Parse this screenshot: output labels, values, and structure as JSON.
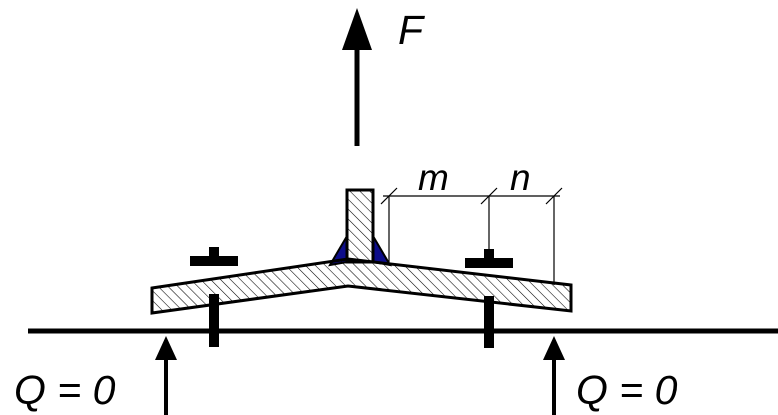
{
  "labels": {
    "force": "F",
    "dim_m": "m",
    "dim_n": "n",
    "reaction_left": "Q = 0",
    "reaction_right": "Q = 0"
  },
  "colors": {
    "ink": "#000000",
    "weld": "#0d0d8a",
    "hatch": "#000000"
  }
}
